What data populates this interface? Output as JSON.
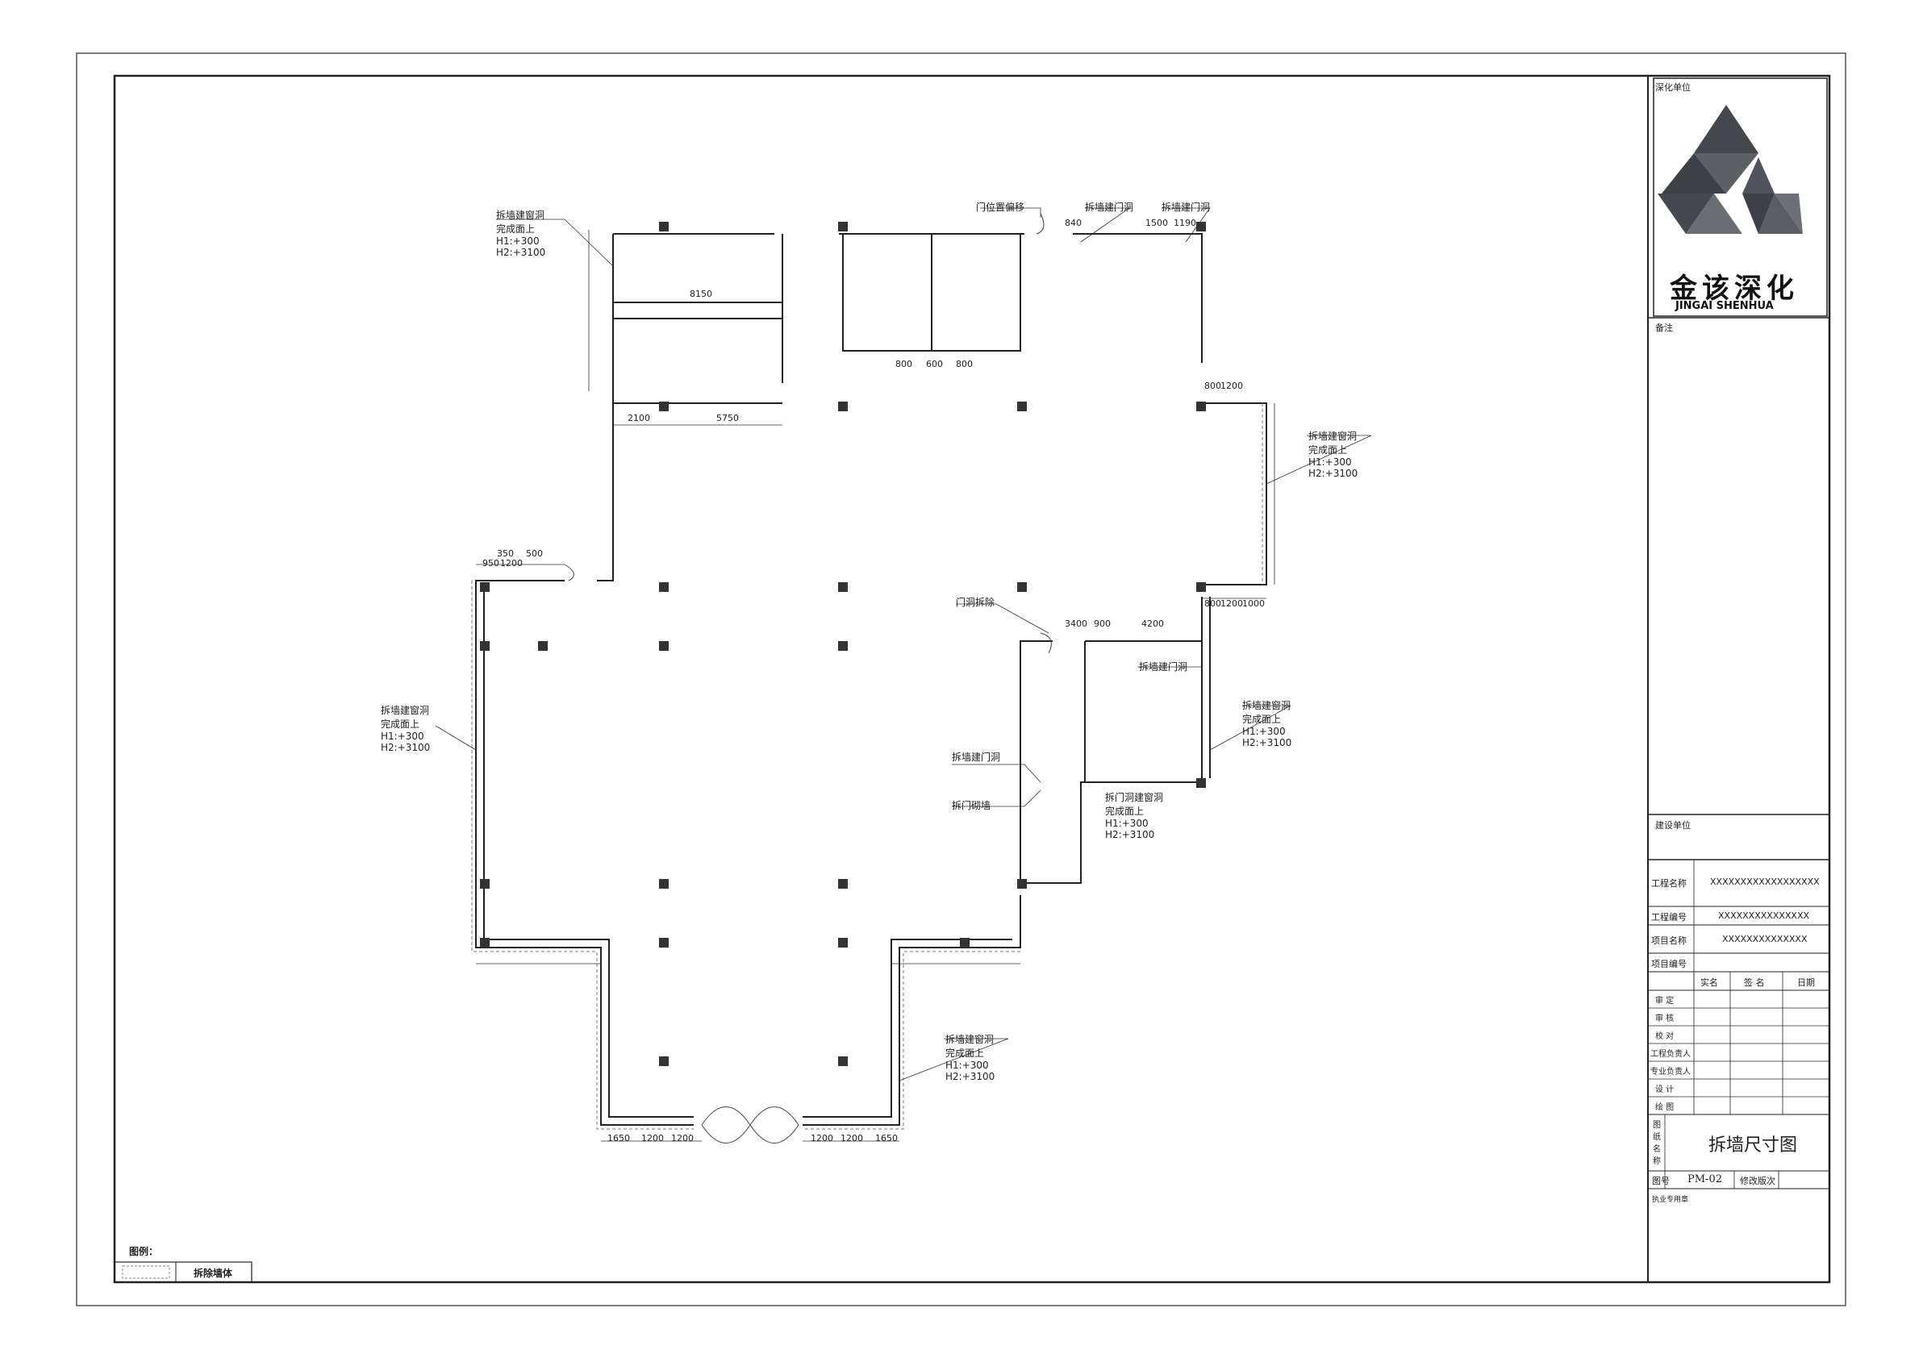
{
  "sheet": {
    "title": "拆墙尺寸图",
    "drawing_no_label": "图号",
    "drawing_no": "PM-02",
    "revision_label": "修改版次",
    "drawing_name_label": "图纸名称",
    "design_unit_label": "深化单位",
    "remarks_label": "备注",
    "construction_unit_label": "建设单位",
    "stamp_label": "执业专用章"
  },
  "logo": {
    "cn": "金该深化",
    "en": "JINGAI SHENHUA"
  },
  "project_rows": [
    {
      "label": "工程名称",
      "value": "XXXXXXXXXXXXXXXXXX"
    },
    {
      "label": "工程编号",
      "value": "XXXXXXXXXXXXXXX"
    },
    {
      "label": "项目名称",
      "value": "XXXXXXXXXXXXXX"
    },
    {
      "label": "项目编号",
      "value": ""
    }
  ],
  "sign_header": [
    "实名",
    "签 名",
    "日期"
  ],
  "sign_rows": [
    "审  定",
    "审  核",
    "校  对",
    "工程负责人",
    "专业负责人",
    "设  计",
    "绘  图"
  ],
  "legend": {
    "title": "图例：",
    "item": "拆除墙体"
  },
  "notes": {
    "window_title": "拆墙建窗洞",
    "window_sub": "完成面上",
    "h1": "H1:+300",
    "h2": "H2:+3100",
    "door_shift": "门位置偏移",
    "door_new": "拆墙建门洞",
    "door_remove": "门洞拆除",
    "door_brick": "拆门砌墙",
    "door_to_window": "拆门洞建窗洞"
  }
}
